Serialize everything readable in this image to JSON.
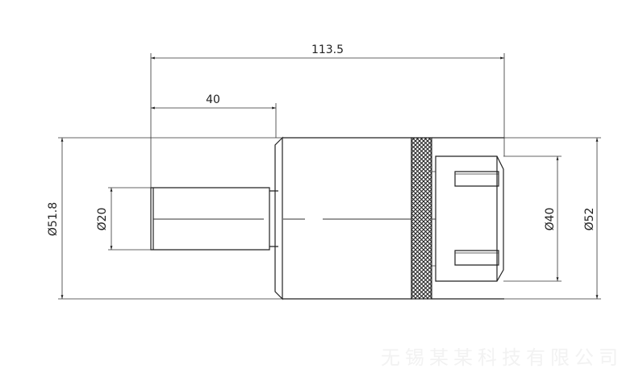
{
  "drawing": {
    "dimensions": {
      "overall_length": "113.5",
      "shaft_length": "40",
      "outer_diameter_left": "Ø51.8",
      "shaft_diameter": "Ø20",
      "inner_diameter": "Ø40",
      "outer_diameter_right": "Ø52"
    },
    "watermark": "无锡某某科技有限公司"
  }
}
